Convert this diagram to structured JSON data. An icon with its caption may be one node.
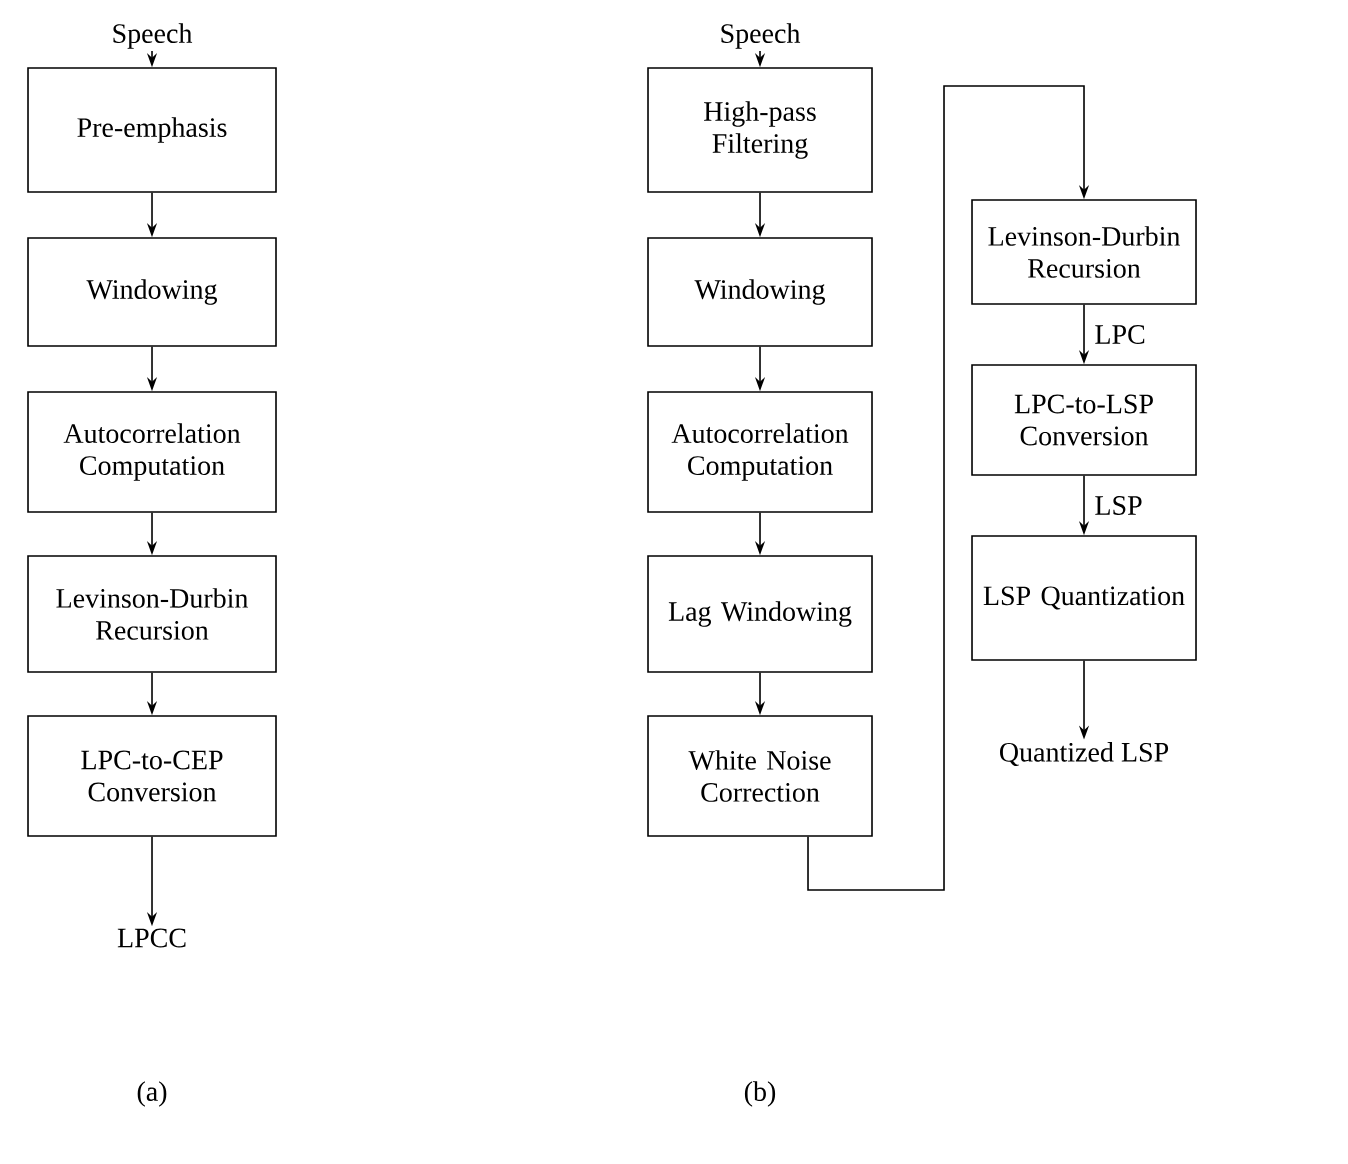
{
  "diagram": {
    "nodes": [
      {
        "text": [
          "Speech"
        ]
      },
      {
        "text": [
          "Pre-emphasis"
        ]
      },
      {
        "text": [
          "Windowing"
        ]
      },
      {
        "text": [
          "Autocorrelation Computation"
        ]
      },
      {
        "text": [
          "Levinson-Durbin Recursion"
        ]
      },
      {
        "text": [
          "LPC-to-CEP Conversion"
        ]
      },
      {
        "text": [
          "LPCC"
        ]
      },
      {
        "text": [
          "Speech"
        ]
      },
      {
        "text": [
          "High-pass Filtering"
        ]
      },
      {
        "text": [
          "Windowing"
        ]
      },
      {
        "text": [
          "Autocorrelation Computation"
        ]
      },
      {
        "text": [
          "Lag Windowing"
        ]
      },
      {
        "text": [
          "White Noise Correction"
        ]
      },
      {
        "text": [
          "Levinson-Durbin Recursion"
        ]
      },
      {
        "text": [
          "LPC-to-LSP Conversion"
        ]
      },
      {
        "text": [
          "LSP Quantization"
        ]
      },
      {
        "text": [
          "Quantized LSP"
        ]
      }
    ],
    "edges": [
      {
        "from": 0,
        "to": 1,
        "arrow": "to"
      },
      {
        "from": 1,
        "to": 2,
        "arrow": "to"
      },
      {
        "from": 2,
        "to": 3,
        "arrow": "to"
      },
      {
        "from": 3,
        "to": 4,
        "arrow": "to"
      },
      {
        "from": 4,
        "to": 5,
        "arrow": "to"
      },
      {
        "from": 5,
        "to": 6,
        "arrow": "to"
      },
      {
        "from": 7,
        "to": 8,
        "arrow": "to"
      },
      {
        "from": 8,
        "to": 9,
        "arrow": "to"
      },
      {
        "from": 9,
        "to": 10,
        "arrow": "to"
      },
      {
        "from": 10,
        "to": 11,
        "arrow": "to"
      },
      {
        "from": 11,
        "to": 12,
        "arrow": "to"
      },
      {
        "from": 12,
        "to": 13,
        "arrow": "to"
      },
      {
        "from": 13,
        "to": 14,
        "arrow": "to",
        "label": "LPC"
      },
      {
        "from": 14,
        "to": 15,
        "arrow": "to",
        "label": "LSP"
      },
      {
        "from": 15,
        "to": 16,
        "arrow": "to"
      }
    ],
    "labels": [
      "(a)",
      "(b)"
    ]
  }
}
